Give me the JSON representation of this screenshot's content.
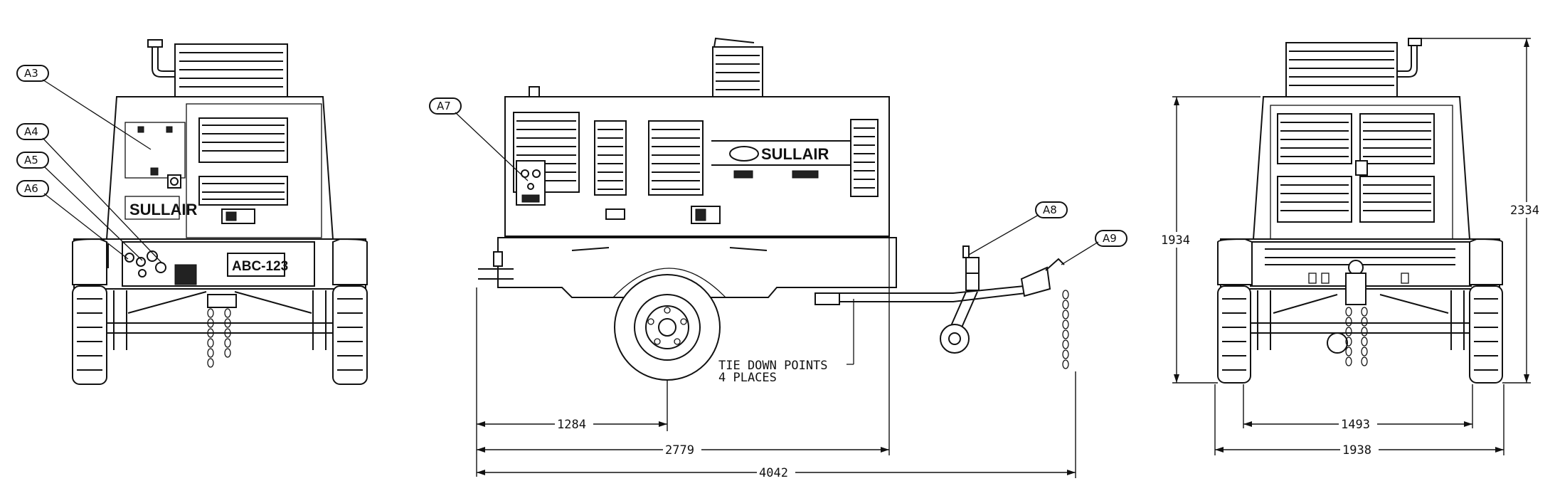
{
  "callouts": {
    "a3": "A3",
    "a4": "A4",
    "a5": "A5",
    "a6": "A6",
    "a7": "A7",
    "a8": "A8",
    "a9": "A9"
  },
  "branding": {
    "rear_logo": "SULLAIR",
    "side_logo": "SULLAIR",
    "license_plate": "ABC-123"
  },
  "notes": {
    "tie_down_line1": "TIE DOWN POINTS",
    "tie_down_line2": "4 PLACES"
  },
  "dimensions": {
    "axle_to_rear": "1284",
    "body_length": "2779",
    "overall_length": "4042",
    "track_width": "1493",
    "overall_width": "1938",
    "body_height": "1934",
    "overall_height": "2334"
  }
}
